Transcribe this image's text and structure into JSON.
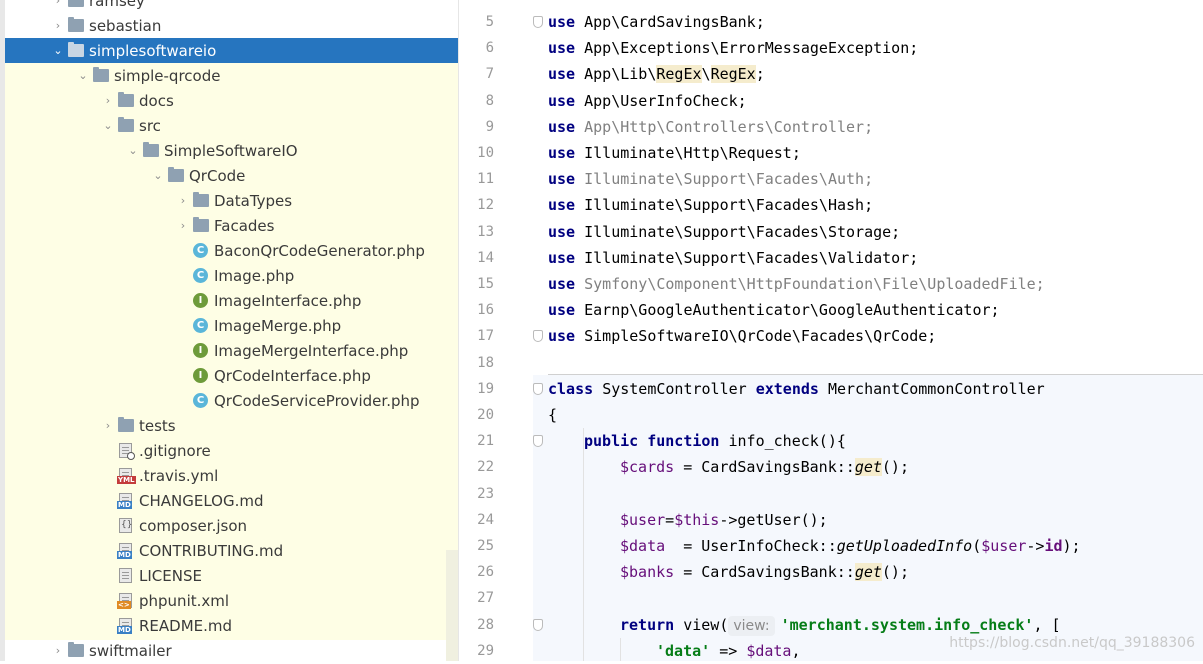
{
  "tree": {
    "rows": [
      {
        "label": "ramsey",
        "kind": "folder",
        "arrow": "›",
        "depth": 0
      },
      {
        "label": "sebastian",
        "kind": "folder",
        "arrow": "›",
        "depth": 0
      },
      {
        "label": "simplesoftwareio",
        "kind": "folder",
        "arrow": "⌄",
        "depth": 0,
        "selected": true
      },
      {
        "label": "simple-qrcode",
        "kind": "folder",
        "arrow": "⌄",
        "depth": 1
      },
      {
        "label": "docs",
        "kind": "folder",
        "arrow": "›",
        "depth": 2
      },
      {
        "label": "src",
        "kind": "folder",
        "arrow": "⌄",
        "depth": 2
      },
      {
        "label": "SimpleSoftwareIO",
        "kind": "folder",
        "arrow": "⌄",
        "depth": 3
      },
      {
        "label": "QrCode",
        "kind": "folder",
        "arrow": "⌄",
        "depth": 4
      },
      {
        "label": "DataTypes",
        "kind": "folder",
        "arrow": "›",
        "depth": 5
      },
      {
        "label": "Facades",
        "kind": "folder",
        "arrow": "›",
        "depth": 5
      },
      {
        "label": "BaconQrCodeGenerator.php",
        "kind": "class",
        "depth": 5
      },
      {
        "label": "Image.php",
        "kind": "class",
        "depth": 5
      },
      {
        "label": "ImageInterface.php",
        "kind": "interface",
        "depth": 5
      },
      {
        "label": "ImageMerge.php",
        "kind": "class",
        "depth": 5
      },
      {
        "label": "ImageMergeInterface.php",
        "kind": "interface",
        "depth": 5
      },
      {
        "label": "QrCodeInterface.php",
        "kind": "interface",
        "depth": 5
      },
      {
        "label": "QrCodeServiceProvider.php",
        "kind": "class",
        "depth": 5
      },
      {
        "label": "tests",
        "kind": "folder",
        "arrow": "›",
        "depth": 2
      },
      {
        "label": ".gitignore",
        "kind": "ignore",
        "depth": 2
      },
      {
        "label": ".travis.yml",
        "kind": "yml",
        "depth": 2
      },
      {
        "label": "CHANGELOG.md",
        "kind": "md",
        "depth": 2
      },
      {
        "label": "composer.json",
        "kind": "json",
        "depth": 2
      },
      {
        "label": "CONTRIBUTING.md",
        "kind": "md",
        "depth": 2
      },
      {
        "label": "LICENSE",
        "kind": "text",
        "depth": 2
      },
      {
        "label": "phpunit.xml",
        "kind": "xml",
        "depth": 2
      },
      {
        "label": "README.md",
        "kind": "md",
        "depth": 2
      },
      {
        "label": "swiftmailer",
        "kind": "folder",
        "arrow": "›",
        "depth": 0
      }
    ]
  },
  "editor": {
    "line_numbers": [
      "5",
      "6",
      "7",
      "8",
      "9",
      "10",
      "11",
      "12",
      "13",
      "14",
      "15",
      "16",
      "17",
      "18",
      "19",
      "20",
      "21",
      "22",
      "23",
      "24",
      "25",
      "26",
      "27",
      "28",
      "29"
    ],
    "use_lines": [
      {
        "kw": "use",
        "path": "App\\CardSavingsBank;",
        "dim": false
      },
      {
        "kw": "use",
        "path": "App\\Exceptions\\ErrorMessageException;",
        "dim": false
      },
      {
        "kw": "use",
        "pre": "App\\Lib\\",
        "hl1": "RegEx",
        "mid": "\\",
        "hl2": "RegEx",
        "post": ";",
        "dim": false
      },
      {
        "kw": "use",
        "path": "App\\UserInfoCheck;",
        "dim": false
      },
      {
        "kw": "use",
        "path": "App\\Http\\Controllers\\Controller;",
        "dim": true
      },
      {
        "kw": "use",
        "path": "Illuminate\\Http\\Request;",
        "dim": false
      },
      {
        "kw": "use",
        "path": "Illuminate\\Support\\Facades\\Auth;",
        "dim": true
      },
      {
        "kw": "use",
        "path": "Illuminate\\Support\\Facades\\Hash;",
        "dim": false
      },
      {
        "kw": "use",
        "path": "Illuminate\\Support\\Facades\\Storage;",
        "dim": false
      },
      {
        "kw": "use",
        "path": "Illuminate\\Support\\Facades\\Validator;",
        "dim": false
      },
      {
        "kw": "use",
        "path": "Symfony\\Component\\HttpFoundation\\File\\UploadedFile;",
        "dim": true
      },
      {
        "kw": "use",
        "path": "Earnp\\GoogleAuthenticator\\GoogleAuthenticator;",
        "dim": false
      },
      {
        "kw": "use",
        "path": "SimpleSoftwareIO\\QrCode\\Facades\\QrCode;",
        "dim": false
      }
    ],
    "class_line": {
      "kw1": "class",
      "name": "SystemController",
      "kw2": "extends",
      "parent": "MerchantCommonController"
    },
    "brace_open": "{",
    "fn_line": {
      "kw1": "public",
      "kw2": "function",
      "name": "info_check(){"
    },
    "cards_line": {
      "var": "$cards",
      "eq": " = CardSavingsBank::",
      "call": "get",
      "end": "();"
    },
    "user_line": {
      "var1": "$user",
      "eq": "=",
      "var2": "$this",
      "rest": "->getUser();"
    },
    "data_line": {
      "var": "$data",
      "eq": "  = UserInfoCheck::",
      "call": "getUploadedInfo",
      "open": "(",
      "arg": "$user",
      "arrow": "->",
      "prop": "id",
      "end": ");"
    },
    "banks_line": {
      "var": "$banks",
      "eq": " = CardSavingsBank::",
      "call": "get",
      "end": "();"
    },
    "return_line": {
      "kw": "return",
      "fn": " view(",
      "hint": "view:",
      "str": "'merchant.system.info_check'",
      "end": ", ["
    },
    "data_pair": {
      "key": "'data'",
      "arrow": " => ",
      "var": "$data",
      "end": ","
    },
    "watermark": "https://blog.csdn.net/qq_39188306"
  }
}
